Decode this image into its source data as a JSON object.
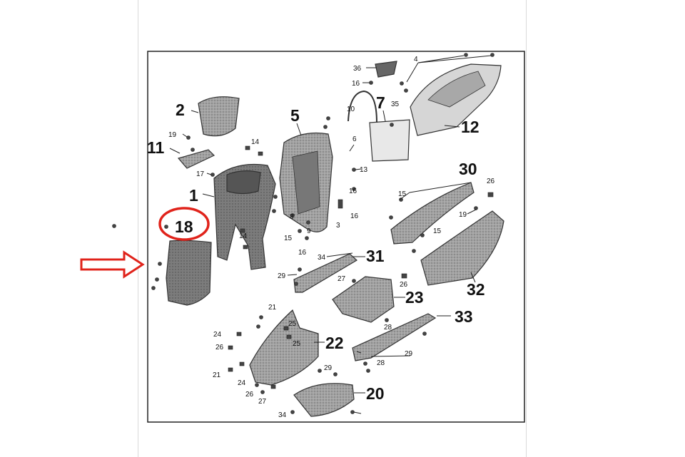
{
  "diagram": {
    "highlighted_part": "18",
    "highlight_color": "#e0231b",
    "arrow_color": "#e0231b",
    "part_labels_large": [
      "2",
      "5",
      "7",
      "12",
      "11",
      "1",
      "18",
      "30",
      "31",
      "23",
      "32",
      "33",
      "22",
      "20"
    ],
    "part_labels_small": [
      "36",
      "4",
      "16",
      "10",
      "35",
      "6",
      "19",
      "14",
      "17",
      "13",
      "16",
      "8",
      "3",
      "16",
      "15",
      "14",
      "9",
      "16",
      "34",
      "15",
      "19",
      "26",
      "15",
      "29",
      "27",
      "26",
      "21",
      "24",
      "25",
      "26",
      "25",
      "21",
      "24",
      "26",
      "27",
      "28",
      "29",
      "34",
      "29",
      "28"
    ],
    "colors": {
      "part_fill": "#9c9c9c",
      "part_dark": "#6f6f6f",
      "part_light": "#d0d0d0",
      "frame": "#222222"
    }
  }
}
